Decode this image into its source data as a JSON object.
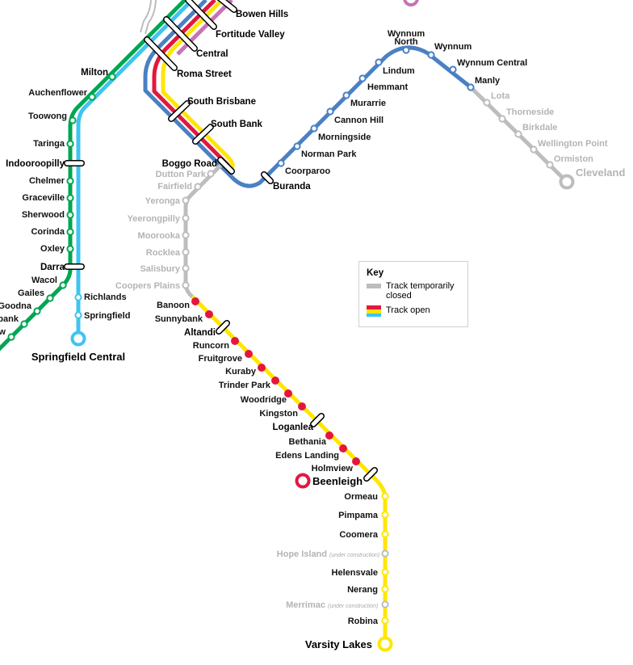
{
  "colors": {
    "ipswich": "#00a651",
    "springfield": "#3fc4f0",
    "cleveland": "#4a80c4",
    "beenleigh": "#e3173e",
    "goldcoast": "#ffe600",
    "ferny": "#c774b4",
    "closed": "#bdbdbd"
  },
  "stations": {
    "trunk": [
      "Bowen Hills",
      "Fortitude Valley",
      "Central",
      "Roma Street"
    ],
    "ipswich": [
      "Milton",
      "Auchenflower",
      "Toowong",
      "Taringa",
      "Indooroopilly",
      "Chelmer",
      "Graceville",
      "Sherwood",
      "Corinda",
      "Oxley",
      "Darra",
      "Wacol",
      "Gailes",
      "Goodna",
      "Redbank",
      "Riverview"
    ],
    "springfield": [
      "Richlands",
      "Springfield",
      "Springfield Central"
    ],
    "south": [
      "South Brisbane",
      "South Bank",
      "Boggo Road"
    ],
    "cleveland": [
      "Buranda",
      "Coorparoo",
      "Norman Park",
      "Morningside",
      "Cannon Hill",
      "Murarrie",
      "Hemmant",
      "Lindum",
      "Wynnum",
      "North",
      "Wynnum",
      "Wynnum Central",
      "Manly",
      "Lota",
      "Thorneside",
      "Birkdale",
      "Wellington Point",
      "Ormiston",
      "Cleveland"
    ],
    "closed": [
      "Dutton Park",
      "Fairfield",
      "Yeronga",
      "Yeerongpilly",
      "Moorooka",
      "Rocklea",
      "Salisbury",
      "Coopers Plains"
    ],
    "beenleigh": [
      "Banoon",
      "Sunnybank",
      "Altandi",
      "Runcorn",
      "Fruitgrove",
      "Kuraby",
      "Trinder Park",
      "Woodridge",
      "Kingston",
      "Loganlea",
      "Bethania",
      "Edens Landing",
      "Holmview",
      "Beenleigh"
    ],
    "goldcoast": [
      "Ormeau",
      "Pimpama",
      "Coomera",
      "Hope Island",
      "Helensvale",
      "Nerang",
      "Merrimac",
      "Robina",
      "Varsity Lakes"
    ],
    "under_construction": "(under construction)"
  },
  "key": {
    "title": "Key",
    "closed": "Track temporarily closed",
    "open": "Track open"
  }
}
